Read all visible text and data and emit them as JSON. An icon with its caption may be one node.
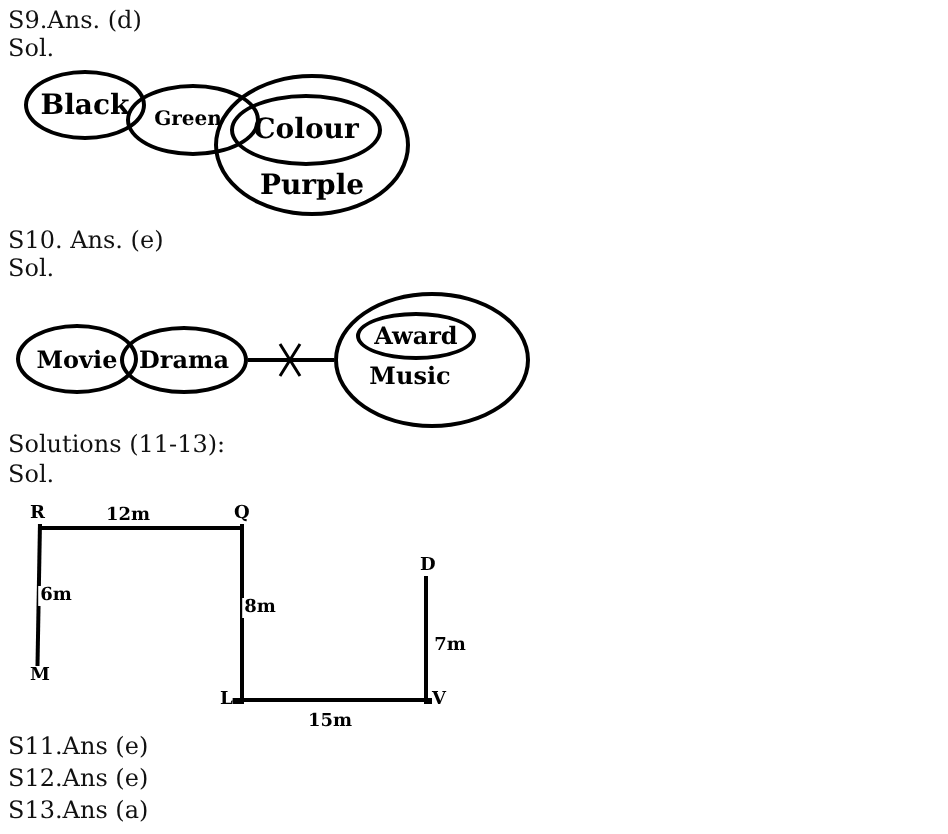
{
  "diagram": {
    "nodes": [
      {
        "text": [
          "Black"
        ]
      },
      {
        "text": [
          "Green"
        ]
      },
      {
        "text": [
          "Purple"
        ]
      },
      {
        "text": [
          "Colour"
        ],
        "in": 2
      },
      {
        "text": [
          "Movie"
        ]
      },
      {
        "text": [
          "Drama"
        ]
      },
      {
        "text": [
          "Music"
        ]
      },
      {
        "text": [
          "Award"
        ],
        "in": 6
      },
      {
        "text": [
          "R"
        ]
      },
      {
        "text": [
          "Q"
        ]
      },
      {
        "text": [
          "M"
        ]
      },
      {
        "text": [
          "L"
        ]
      },
      {
        "text": [
          "D"
        ]
      },
      {
        "text": [
          "V"
        ]
      }
    ],
    "edges": [
      {
        "from": 5,
        "to": 6,
        "arrow": "none"
      },
      {
        "from": 8,
        "to": 9,
        "arrow": "none",
        "label": "12m"
      },
      {
        "from": 8,
        "to": 10,
        "arrow": "none",
        "label": "6m"
      },
      {
        "from": 9,
        "to": 11,
        "arrow": "none",
        "label": "8m"
      },
      {
        "from": 11,
        "to": 13,
        "arrow": "none",
        "label": "15m"
      },
      {
        "from": 13,
        "to": 12,
        "arrow": "none",
        "label": "7m"
      }
    ],
    "labels": [
      "S9.Ans. (d)",
      "Sol.",
      "S10. Ans. (e)",
      "Sol.",
      "Solutions (11-13):",
      "Sol.",
      "S11.Ans (e)",
      "S12.Ans (e)",
      "S13.Ans (a)"
    ]
  }
}
